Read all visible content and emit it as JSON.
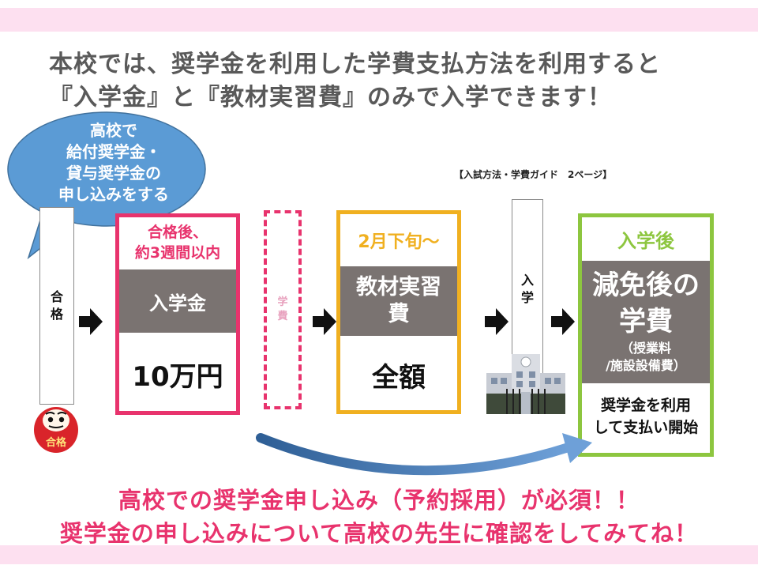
{
  "headline": {
    "line1": "本校では、奨学金を利用した学費支払方法を利用すると",
    "line2": "『入学金』と『教材実習費』のみで入学できます！"
  },
  "bubble": {
    "lines": [
      "高校で",
      "給付奨学金・",
      "貸与奨学金の",
      "申し込みをする"
    ],
    "color": "#5b9bd5"
  },
  "reference": "【入試方法・学費ガイド　2ページ】",
  "steps": {
    "pass": {
      "label": "合格"
    },
    "daruma": {
      "label": "合格"
    },
    "admission_fee": {
      "timing": "合格後、約3週間以内",
      "timing_line1": "合格後、",
      "timing_line2": "約3週間以内",
      "name": "入学金",
      "amount": "10万円",
      "color": "#e8336d"
    },
    "tuition_placeholder": {
      "label": "学費"
    },
    "materials": {
      "timing": "2月下旬～",
      "name_line1": "教材実習",
      "name_line2": "費",
      "amount": "全額",
      "color": "#f0b020"
    },
    "admission": {
      "label": "入学"
    },
    "after_admission": {
      "timing": "入学後",
      "name_line1": "減免後の",
      "name_line2": "学費",
      "note_line1": "（授業料",
      "note_line2": "/施設設備費）",
      "foot_line1": "奨学金を利用",
      "foot_line2": "して支払い開始",
      "color": "#8dc63f"
    }
  },
  "bottom": {
    "line1": "高校での奨学金申し込み（予約採用）が必須！！",
    "line2": "奨学金の申し込みについて高校の先生に確認をしてみてね！"
  },
  "colors": {
    "band": "#fde0f0",
    "headline": "#595959",
    "accent_pink": "#e8336d",
    "box_gray": "#7a7371",
    "curve_blue": "#4a7fb8"
  }
}
